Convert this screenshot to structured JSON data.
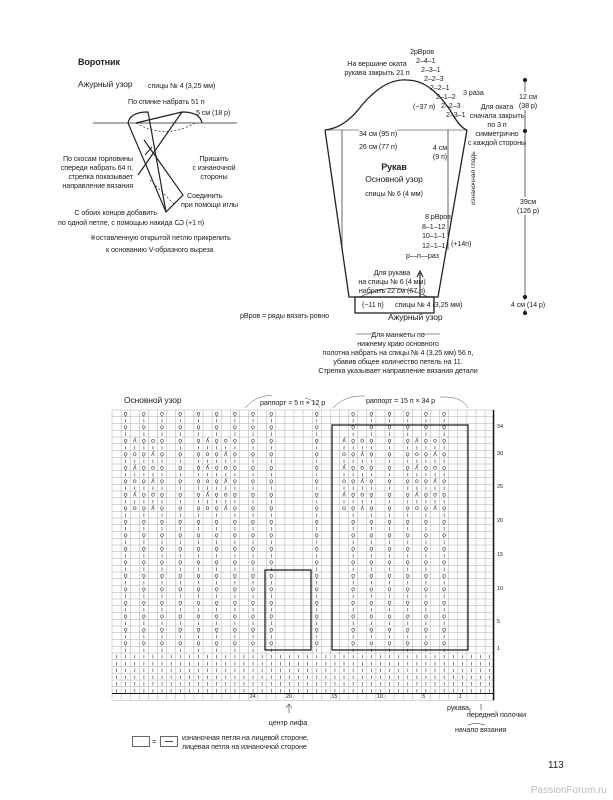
{
  "collar": {
    "title": "Воротник",
    "pattern": "Ажурный узор",
    "needles": "спицы № 4 (3,25 мм)",
    "back_cast_on": "По спинке набрать 51 п",
    "height": "5 см (18 р)",
    "left_note": [
      "По скосам горловины",
      "спереди набрать 64 п,",
      "стрелка показывает",
      "направление вязания"
    ],
    "sew_note": [
      "Пришить",
      "с изнаночной",
      "стороны"
    ],
    "join_note": [
      "Соединить",
      "при помощи иглы"
    ],
    "add_note": [
      "С обоих концов добавить",
      "по одной петле, с помощью накида Ѡ (+1 п)"
    ],
    "attach_note": [
      "※оставленную открытой петлю прикрепить",
      "к основанию V-образного выреза"
    ]
  },
  "sleeve": {
    "top_rows": [
      "2рВров",
      "2–4–1",
      "2–3–1",
      "2–2–3",
      "2–2–1",
      "2–1–2",
      "2–2–3",
      "2–3–1"
    ],
    "cap_top_note": [
      "На вершине оката",
      "рукава закрыть 21 п"
    ],
    "times": "3 раза",
    "decrease": "(−37 п)",
    "cap_note": [
      "Для оката",
      "сначала закрыть",
      "по 3 п",
      "симметрично",
      "с каждой стороны"
    ],
    "cap_height": [
      "12 см",
      "(38 р)"
    ],
    "width_upper": "34 см (95 п)",
    "width_inner": "26 см (77 п)",
    "side": [
      "4 см",
      "(9 п)"
    ],
    "title": "Рукав",
    "pattern": "Основной узор",
    "needles": "спицы № 6 (4 мм)",
    "side_label": "изнаночная гладь",
    "length": [
      "39см",
      "(126 р)"
    ],
    "increase_rows": [
      "8 рВров",
      "8–1–12",
      "10–1–1",
      "12–1–1"
    ],
    "increase": "(+14п)",
    "legend_rpr": "р—п—раз",
    "cast_on_note": [
      "Для рукава",
      "на спицы № 6 (4 мм)",
      "набрать 22 см (67 п)"
    ],
    "cuff_decrease": "(−11 п)",
    "cuff_needles": "спицы № 4 (3,25 мм)",
    "cuff_pattern": "Ажурный узор",
    "cuff_height": "4 см (14 р)",
    "even_rows_note": "рВров = ряды вязать ровно",
    "cuff_note": [
      "Для манжеты по",
      "нижнему краю основного",
      "полотна набрать на спицы № 4 (3,25 мм) 56 п,",
      "убавив общее количество петель на 11.",
      "Стрелка указывает направление вязания детали"
    ]
  },
  "chart": {
    "title": "Основной узор",
    "rapport_small": "раппорт = 5 п × 12 р",
    "rapport_large": "раппорт = 15 п × 34 р",
    "row_labels": [
      "34",
      "30",
      "25",
      "20",
      "15",
      "10",
      "5",
      "1"
    ],
    "col_labels": [
      "24",
      "20",
      "15",
      "10",
      "5",
      "1"
    ],
    "center_label": "центр лифа",
    "sleeve_label": "рукава",
    "front_label": "передней полочки",
    "start_label": "начало вязания",
    "legend_eq": "=",
    "legend_text": [
      "изнаночная петля на лицевой стороне,",
      "лицевая петля на изнаночной стороне"
    ]
  },
  "page_number": "113",
  "watermark": "PassionForum.ru"
}
